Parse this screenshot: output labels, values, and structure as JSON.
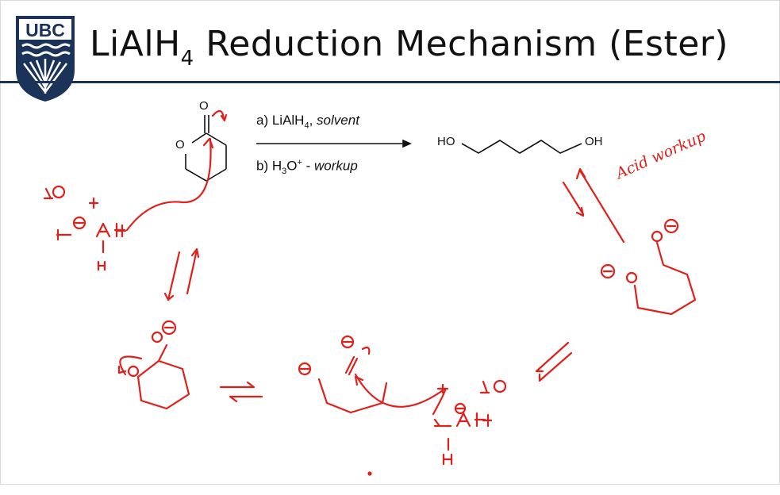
{
  "slide": {
    "title_main": "LiAlH",
    "title_sub": "4",
    "title_rest": " Reduction Mechanism (Ester)",
    "logo_text": "UBC"
  },
  "reaction": {
    "step_a_prefix": "a) LiAlH",
    "step_a_sub": "4",
    "step_a_suffix": ", ",
    "step_a_italic": "solvent",
    "step_b_prefix": "b) H",
    "step_b_sub": "3",
    "step_b_mid": "O",
    "step_b_sup": "+",
    "step_b_dash": " - ",
    "step_b_italic": "workup"
  },
  "atoms": {
    "ring_carbonyl_O": "O",
    "ring_O": "O",
    "product_left": "HO",
    "product_right": "OH"
  },
  "annotations": {
    "acid_workup": "Acid workup",
    "li_plus_1": "Li⊕",
    "li_plus_2": "Li⊕",
    "al_1": "Al",
    "al_2": "Al",
    "h": "H",
    "minus_circle": "⊖"
  },
  "colors": {
    "ink_red": "#e0201b",
    "ubc_blue": "#1b3358",
    "text": "#111111"
  }
}
